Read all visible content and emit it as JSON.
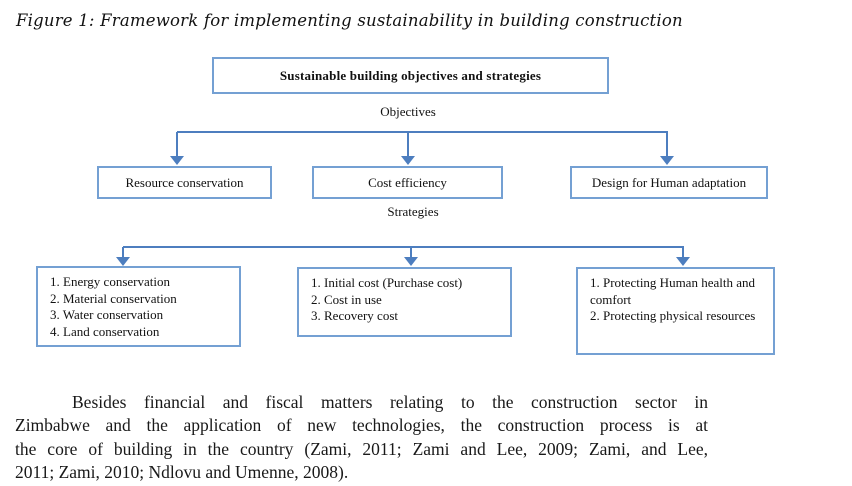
{
  "figure_caption": "Figure 1: Framework for implementing sustainability in building construction",
  "diagram": {
    "root_box_label": "Sustainable building objectives and strategies",
    "objectives_label": "Objectives",
    "strategies_label": "Strategies",
    "objective_boxes": [
      {
        "label": "Resource conservation"
      },
      {
        "label": "Cost efficiency"
      },
      {
        "label": "Design for Human adaptation"
      }
    ],
    "strategy_boxes": [
      {
        "items": [
          "1. Energy conservation",
          "2. Material conservation",
          "3. Water conservation",
          "4. Land conservation"
        ]
      },
      {
        "items": [
          "1. Initial cost (Purchase cost)",
          "2. Cost in use",
          "3. Recovery cost"
        ]
      },
      {
        "items": [
          "1. Protecting Human health and comfort",
          "2. Protecting physical resources"
        ]
      }
    ],
    "colors": {
      "line": "#4d7ebf",
      "box_border": "#74a0d3"
    }
  },
  "paragraph": {
    "lines": [
      "Besides financial and fiscal matters relating to the construction sector in",
      "Zimbabwe and the application of new technologies, the construction process is at",
      "the core of building in the country (Zami, 2011; Zami and Lee, 2009;  Zami, and Lee,",
      "2011; Zami, 2010; Ndlovu   and Umenne, 2008)."
    ]
  }
}
